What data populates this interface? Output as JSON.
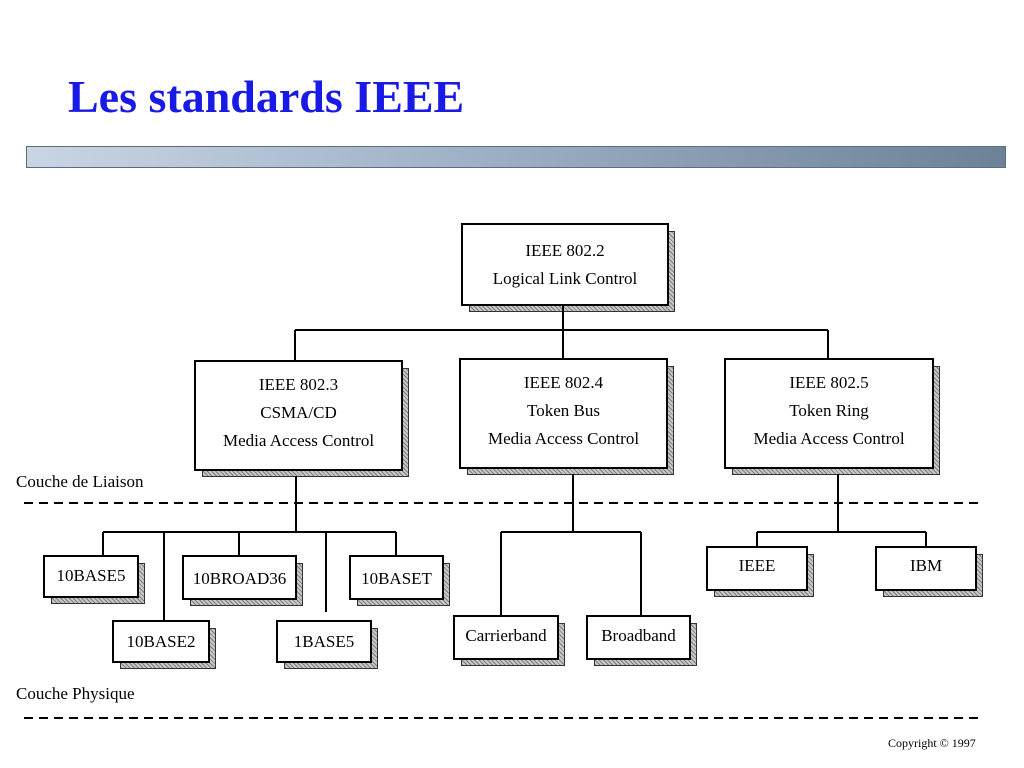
{
  "title": "Les standards IEEE",
  "top": {
    "line1": "IEEE 802.2",
    "line2": "Logical Link Control"
  },
  "mac": [
    {
      "line1": "IEEE 802.3",
      "line2": "CSMA/CD",
      "line3": "Media Access Control"
    },
    {
      "line1": "IEEE 802.4",
      "line2": "Token Bus",
      "line3": "Media Access Control"
    },
    {
      "line1": "IEEE 802.5",
      "line2": "Token Ring",
      "line3": "Media Access Control"
    }
  ],
  "layers": {
    "liaison": "Couche de Liaison",
    "physique": "Couche Physique"
  },
  "phy": {
    "b10base5": "10BASE5",
    "b10broad36": "10BROAD36",
    "b10baset": "10BASET",
    "b10base2": "10BASE2",
    "b1base5": "1BASE5",
    "carrierband": "Carrierband",
    "broadband": "Broadband",
    "ieee": "IEEE",
    "ibm": "IBM"
  },
  "copyright": "Copyright © 1997"
}
